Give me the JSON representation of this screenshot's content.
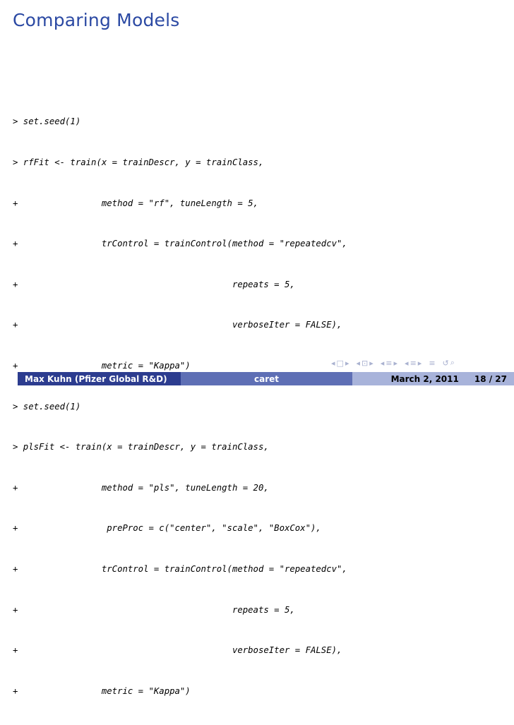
{
  "slide": {
    "title": "Comparing Models",
    "code_lines": [
      "> set.seed(1)",
      "> rfFit <- train(x = trainDescr, y = trainClass,",
      "+                method = \"rf\", tuneLength = 5,",
      "+                trControl = trainControl(method = \"repeatedcv\",",
      "+                                         repeats = 5,",
      "+                                         verboseIter = FALSE),",
      "+                metric = \"Kappa\")",
      "> set.seed(1)",
      "> plsFit <- train(x = trainDescr, y = trainClass,",
      "+                method = \"pls\", tuneLength = 20,",
      "+                 preProc = c(\"center\", \"scale\", \"BoxCox\"),",
      "+                trControl = trainControl(method = \"repeatedcv\",",
      "+                                         repeats = 5,",
      "+                                         verboseIter = FALSE),",
      "+                metric = \"Kappa\")"
    ]
  },
  "footer": {
    "author": "Max Kuhn  (Pfizer Global R&D)",
    "short_title": "caret",
    "date": "March 2, 2011",
    "page": "18 / 27"
  },
  "nav": {
    "symbols": [
      "◂",
      "□",
      "▸",
      "◂",
      "⊡",
      "▸",
      "◂",
      "≡",
      "▸",
      "◂",
      "≡",
      "▸",
      "≡",
      "↺",
      "⌕"
    ]
  },
  "colors": {
    "title": "#2b49a3",
    "footer_dark": "#2c3c8f",
    "footer_mid": "#5e6fb5",
    "footer_light": "#a8b3da"
  }
}
